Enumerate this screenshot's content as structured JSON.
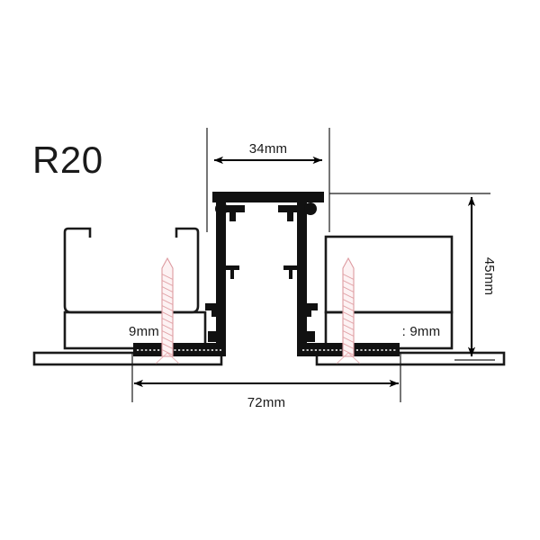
{
  "drawing": {
    "title": "R20",
    "background_color": "#ffffff",
    "line_color": "#1a1a1a",
    "fill_black": "#111111",
    "screw_color": "#dd9aa0",
    "dimensions": {
      "width_top": "34mm",
      "height_right": "45mm",
      "width_bottom": "72mm",
      "depth_left": "9mm",
      "depth_right": ": 9mm"
    },
    "parts": {
      "track_label": "recessed-magnetic-track-profile",
      "left_profile_label": "left-ceiling-channel",
      "right_profile_label": "right-ceiling-channel",
      "left_baseplate_label": "left-base-plate",
      "right_baseplate_label": "right-base-plate",
      "screw_left_label": "mounting-screw-left",
      "screw_right_label": "mounting-screw-right"
    }
  }
}
